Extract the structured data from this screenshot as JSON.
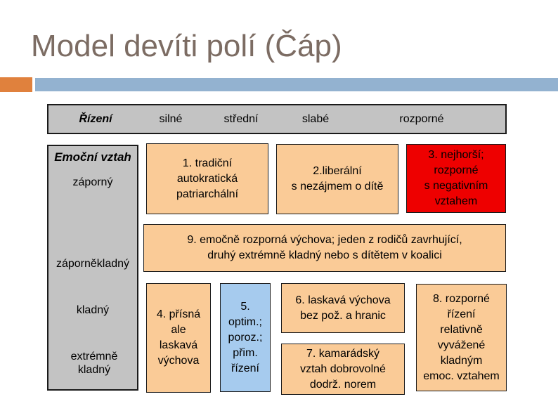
{
  "title": "Model devíti polí (Čáp)",
  "matrix": {
    "corner_label": "Řízení",
    "column_headers": [
      "silné",
      "střední",
      "slabé",
      "rozporné"
    ],
    "row_axis_heading": "Emoční vztah",
    "row_labels": [
      "záporný",
      "záporněkladný",
      "kladný",
      "extrémně kladný"
    ],
    "cells": [
      {
        "num": "1",
        "text": "1. tradiční\nautokratická\npatriarchální",
        "tone": "peach"
      },
      {
        "num": "2",
        "text": "2.liberální\ns nezájmem o dítě",
        "tone": "peach"
      },
      {
        "num": "3",
        "text": "3. nejhorší;\nrozporné\ns negativním\nvztahem",
        "tone": "red"
      },
      {
        "num": "9",
        "text": "9. emočně rozporná výchova; jeden z rodičů zavrhující,\ndruhý extrémně kladný nebo s dítětem v koalici",
        "tone": "peach"
      },
      {
        "num": "4",
        "text": "4. přísná\nale\nlaskavá\nvýchova",
        "tone": "peach"
      },
      {
        "num": "5",
        "text": "5.\noptim.;\nporoz.;\npřim.\nřízení",
        "tone": "light_blue"
      },
      {
        "num": "6",
        "text": "6. laskavá výchova\nbez pož. a hranic",
        "tone": "peach"
      },
      {
        "num": "7",
        "text": "7. kamarádský\nvztah dobrovolné\ndodrž. norem",
        "tone": "peach"
      },
      {
        "num": "8",
        "text": "8. rozporné\nřízení\nrelativně\nvyvážené\nkladným\nemoc. vztahem",
        "tone": "peach"
      }
    ]
  },
  "colors": {
    "peach": "#FACB97",
    "red": "#EE0000",
    "light_blue": "#A6CBEE",
    "gray": "#C3C3C3",
    "accent_orange": "#E0813D",
    "accent_blue": "#93B2D0",
    "title_text": "#7C6C63",
    "cell_text": "#000000"
  }
}
